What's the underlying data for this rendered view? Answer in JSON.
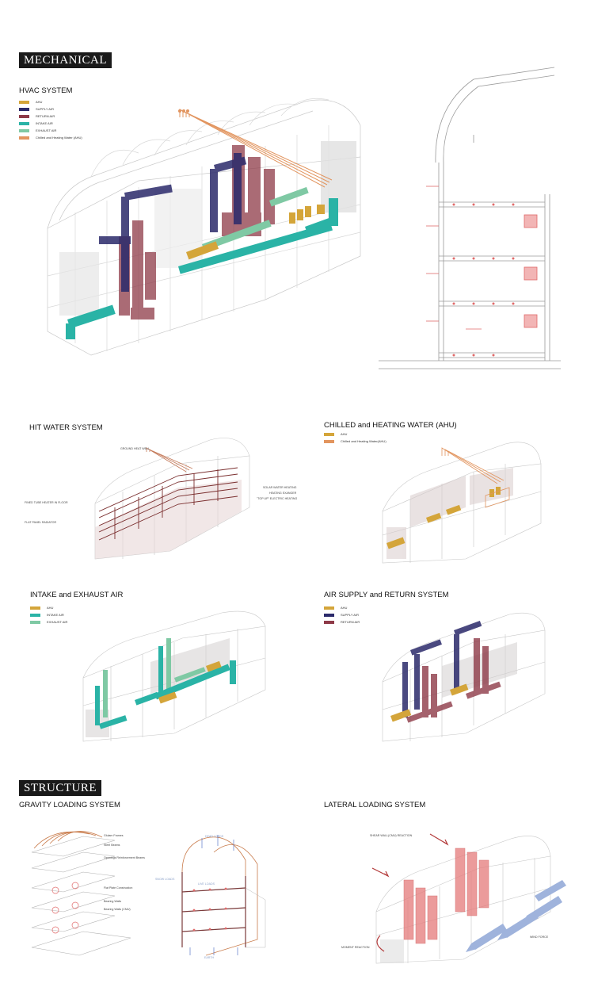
{
  "sections": {
    "mechanical": "MECHANICAL",
    "structure": "STRUCTURE"
  },
  "hvac": {
    "title": "HVAC SYSTEM",
    "legend": [
      {
        "label": "AHU",
        "color": "#d4a53a"
      },
      {
        "label": "SUPPLY AIR",
        "color": "#2b2a6b"
      },
      {
        "label": "RETURN AIR",
        "color": "#8e3a48"
      },
      {
        "label": "INTAKE AIR",
        "color": "#2ab3a6"
      },
      {
        "label": "EXHAUST AIR",
        "color": "#7fc9a4"
      },
      {
        "label": "Chilled and Heating Water (AHU)",
        "color": "#e2955f"
      }
    ]
  },
  "hit_water": {
    "title": "HIT WATER SYSTEM",
    "labels": {
      "ground_heat_well": "GROUND HEAT WELL",
      "solar_water_heating": "SOLAR WATER HEATING",
      "heating_exanger": "HEATING EXANGER",
      "top_up": "\"TOP UP\" ELECTRIC HEATING",
      "finned_tube": "FINED TUBE HEATER IN FLOOR",
      "flat_panel": "FLAT PANEL RADIATOR"
    }
  },
  "chilled": {
    "title": "CHILLED and HEATING WATER (AHU)",
    "legend": [
      {
        "label": "AHU",
        "color": "#d4a53a"
      },
      {
        "label": "Chilled and Heating Water(AHU)",
        "color": "#e2955f"
      }
    ]
  },
  "intake": {
    "title": "INTAKE and EXHAUST AIR",
    "legend": [
      {
        "label": "AHU",
        "color": "#d4a53a"
      },
      {
        "label": "INTAKE AIR",
        "color": "#2ab3a6"
      },
      {
        "label": "EXHAUST AIR",
        "color": "#7fc9a4"
      }
    ]
  },
  "supply": {
    "title": "AIR SUPPLY and RETURN SYSTEM",
    "legend": [
      {
        "label": "AHU",
        "color": "#d4a53a"
      },
      {
        "label": "SUPPLY AIR",
        "color": "#2b2a6b"
      },
      {
        "label": "RETURN AIR",
        "color": "#8e3a48"
      }
    ]
  },
  "gravity": {
    "title": "GRAVITY LOADING SYSTEM",
    "labels": {
      "glulam": "Glulam Frames",
      "steel": "Steel Beams",
      "openings": "Openings Reinforcement Beams",
      "flat_plate": "Flat Plate Construction",
      "bearing": "Bearing Walls",
      "bearing_cmu": "Bearing Walls (CMU)",
      "dead_loads": "DEAD LOADS",
      "snow_loads": "SNOW LOADS",
      "live_loads": "LIVE LOADS",
      "earth": "EARTH"
    }
  },
  "lateral": {
    "title": "LATERAL LOADING SYSTEM",
    "labels": {
      "shear": "SHEAR WALL(CMU) REACTION",
      "moment": "MOMENT REACTION",
      "wind": "WIND FORCE"
    }
  }
}
